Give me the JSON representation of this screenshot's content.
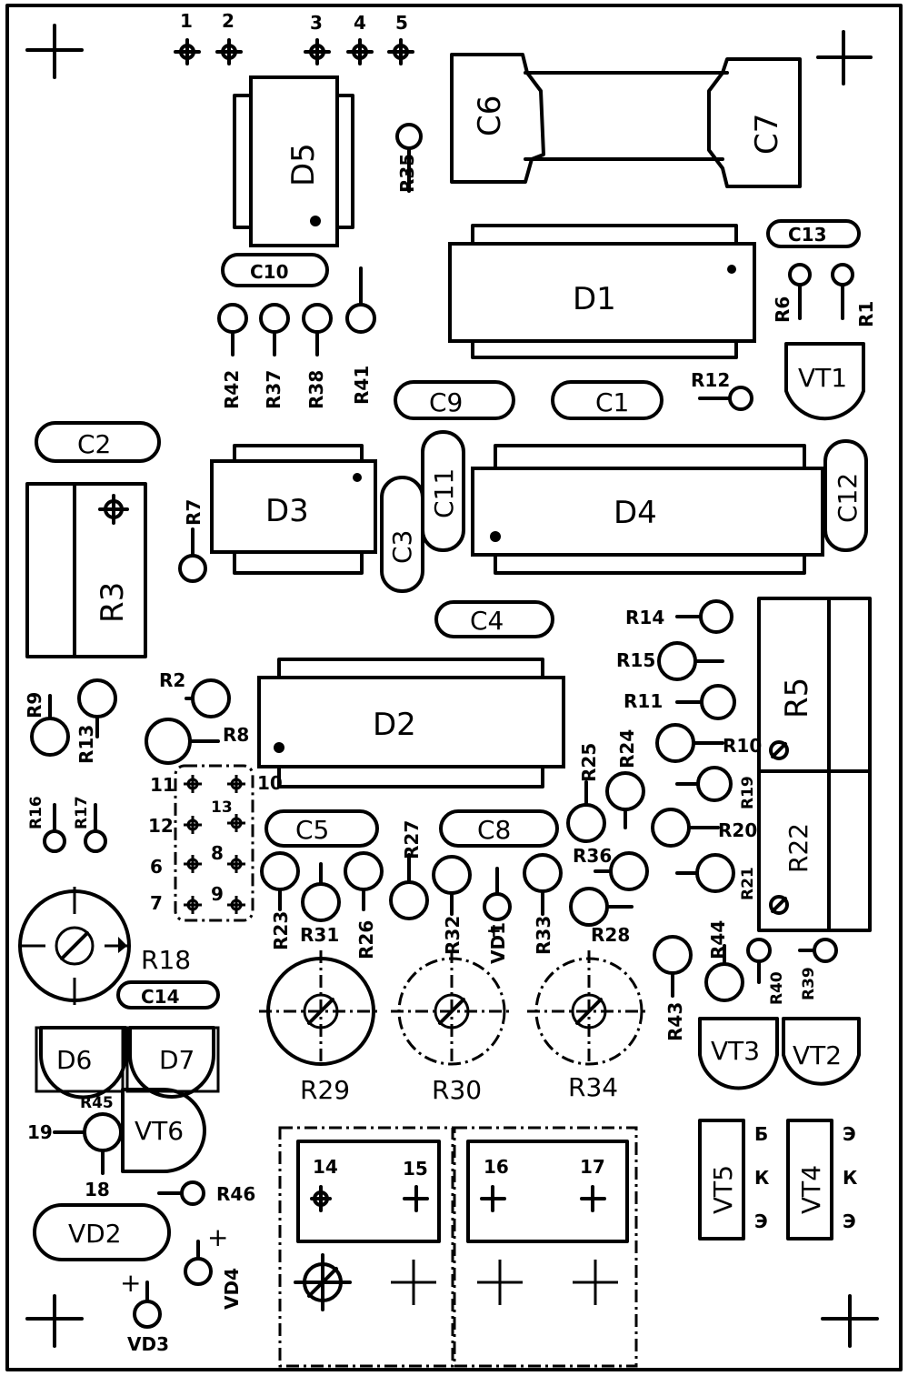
{
  "pins": [
    "1",
    "2",
    "3",
    "4",
    "5"
  ],
  "refs": {
    "D1": "D1",
    "D2": "D2",
    "D3": "D3",
    "D4": "D4",
    "D5": "D5",
    "D6": "D6",
    "D7": "D7",
    "C1": "C1",
    "C2": "C2",
    "C3": "C3",
    "C4": "C4",
    "C5": "C5",
    "C6": "C6",
    "C7": "C7",
    "C8": "C8",
    "C9": "C9",
    "C10": "C10",
    "C11": "C11",
    "C12": "C12",
    "C13": "C13",
    "C14": "C14",
    "R1": "R1",
    "R2": "R2",
    "R3": "R3",
    "R5": "R5",
    "R6": "R6",
    "R7": "R7",
    "R8": "R8",
    "R9": "R9",
    "R10": "R10",
    "R11": "R11",
    "R12": "R12",
    "R13": "R13",
    "R14": "R14",
    "R15": "R15",
    "R16": "R16",
    "R17": "R17",
    "R18": "R18",
    "R19": "R19",
    "R20": "R20",
    "R21": "R21",
    "R22": "R22",
    "R23": "R23",
    "R24": "R24",
    "R25": "R25",
    "R26": "R26",
    "R27": "R27",
    "R28": "R28",
    "R29": "R29",
    "R30": "R30",
    "R31": "R31",
    "R32": "R32",
    "R33": "R33",
    "R34": "R34",
    "R35": "R35",
    "R36": "R36",
    "R37": "R37",
    "R38": "R38",
    "R39": "R39",
    "R40": "R40",
    "R41": "R41",
    "R42": "R42",
    "R43": "R43",
    "R44": "R44",
    "R45": "R45",
    "R46": "R46",
    "VT1": "VT1",
    "VT2": "VT2",
    "VT3": "VT3",
    "VT4": "VT4",
    "VT5": "VT5",
    "VT6": "VT6",
    "VD1": "VD1",
    "VD2": "VD2",
    "VD3": "VD3",
    "VD4": "VD4"
  },
  "connector_pins": [
    "11",
    "12",
    "6",
    "7",
    "13",
    "8",
    "9",
    "10"
  ],
  "terminals": [
    "14",
    "15",
    "16",
    "17",
    "18",
    "19"
  ],
  "transistor_pins": {
    "b": "Б",
    "k": "К",
    "e": "Э"
  },
  "plus": "+",
  "minus": "-"
}
